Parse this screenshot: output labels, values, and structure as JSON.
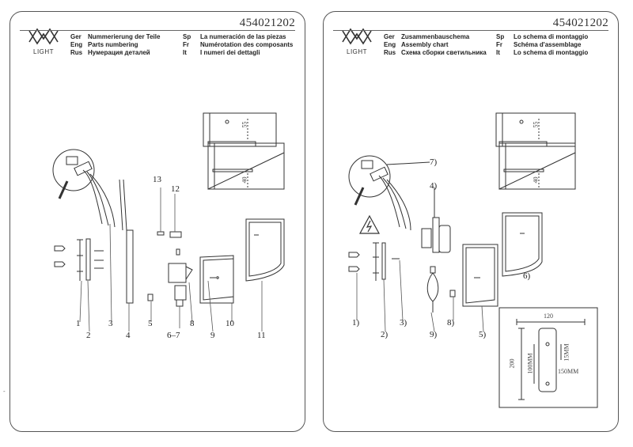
{
  "left_page": {
    "doc_number": "454021202",
    "logo_text": "LIGHT",
    "languages": [
      {
        "code": "Ger",
        "text": "Nummerierung der Teile"
      },
      {
        "code": "Eng",
        "text": "Parts numbering"
      },
      {
        "code": "Rus",
        "text": "Нумерация деталей"
      }
    ],
    "languages_right": [
      {
        "code": "Sp",
        "text": "La numeración de las piezas"
      },
      {
        "code": "Fr",
        "text": "Numérotation des composants"
      },
      {
        "code": "It",
        "text": "I numeri dei dettagli"
      }
    ],
    "part_labels": [
      "1",
      "2",
      "3",
      "4",
      "5",
      "6–7",
      "8",
      "9",
      "10",
      "11",
      "12",
      "13"
    ],
    "dims": [
      "55",
      "40"
    ]
  },
  "right_page": {
    "doc_number": "454021202",
    "logo_text": "LIGHT",
    "languages": [
      {
        "code": "Ger",
        "text": "Zusammenbauschema"
      },
      {
        "code": "Eng",
        "text": "Assembly chart"
      },
      {
        "code": "Rus",
        "text": "Схема сборки светильника"
      }
    ],
    "languages_right": [
      {
        "code": "Sp",
        "text": "Lo schema di montaggio"
      },
      {
        "code": "Fr",
        "text": "Schéma d'assemblage"
      },
      {
        "code": "It",
        "text": "Lo schema di montaggio"
      }
    ],
    "step_labels": [
      "1)",
      "2)",
      "3)",
      "4)",
      "5)",
      "6)",
      "7)",
      "8)",
      "9)"
    ],
    "dims": [
      "55",
      "40",
      "120",
      "200",
      "100MM",
      "15MM",
      "150MM"
    ]
  },
  "stray_marks": [
    "-"
  ]
}
